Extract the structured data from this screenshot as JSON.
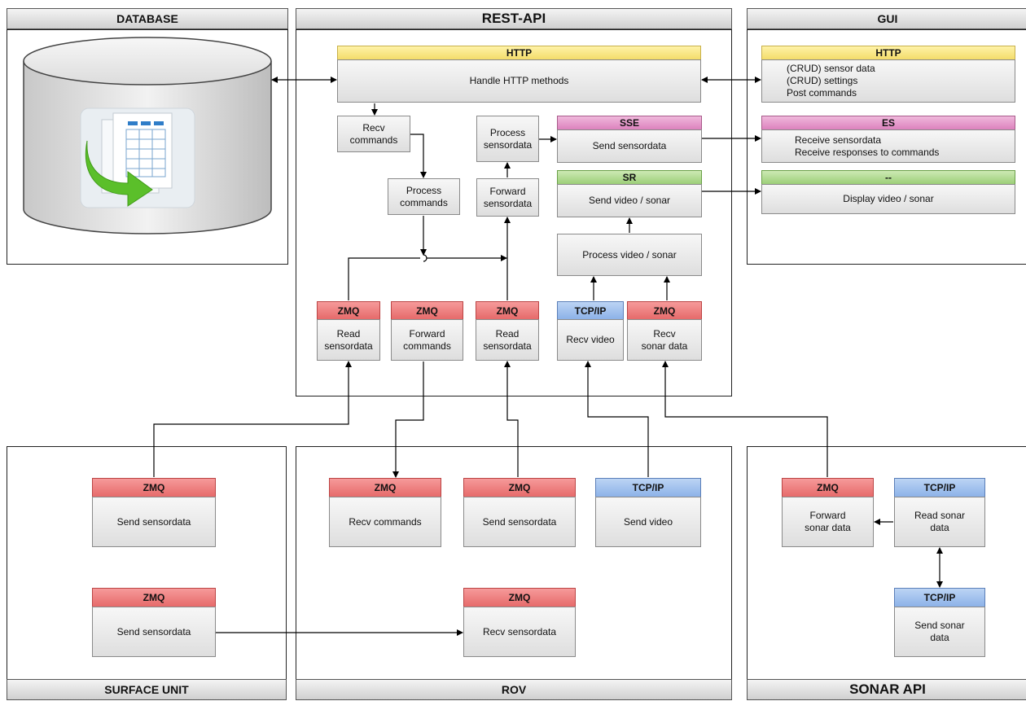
{
  "panels": {
    "database": "DATABASE",
    "rest_api": "REST-API",
    "gui": "GUI",
    "surface_unit": "SURFACE UNIT",
    "rov": "ROV",
    "sonar_api": "SONAR API"
  },
  "rest": {
    "http_header": "HTTP",
    "http_body": "Handle HTTP methods",
    "recv_commands": "Recv\ncommands",
    "process_commands": "Process\ncommands",
    "process_sensordata": "Process\nsensordata",
    "forward_sensordata": "Forward\nsensordata",
    "sse_header": "SSE",
    "sse_body": "Send sensordata",
    "sr_header": "SR",
    "sr_body": "Send video / sonar",
    "process_video": "Process video / sonar",
    "b1_header": "ZMQ",
    "b1_body": "Read\nsensordata",
    "b2_header": "ZMQ",
    "b2_body": "Forward\ncommands",
    "b3_header": "ZMQ",
    "b3_body": "Read\nsensordata",
    "b4_header": "TCP/IP",
    "b4_body": "Recv video",
    "b5_header": "ZMQ",
    "b5_body": "Recv\nsonar data"
  },
  "gui": {
    "http_header": "HTTP",
    "http_body": "(CRUD) sensor data\n(CRUD) settings\nPost commands",
    "es_header": "ES",
    "es_body": "Receive sensordata\nReceive responses to commands",
    "vid_header": "--",
    "vid_body": "Display video / sonar"
  },
  "surface": {
    "s1_header": "ZMQ",
    "s1_body": "Send sensordata",
    "s2_header": "ZMQ",
    "s2_body": "Send sensordata"
  },
  "rov": {
    "r1_header": "ZMQ",
    "r1_body": "Recv commands",
    "r2_header": "ZMQ",
    "r2_body": "Send sensordata",
    "r3_header": "TCP/IP",
    "r3_body": "Send video",
    "r4_header": "ZMQ",
    "r4_body": "Recv sensordata"
  },
  "sonar": {
    "n1_header": "ZMQ",
    "n1_body": "Forward\nsonar data",
    "n2_header": "TCP/IP",
    "n2_body": "Read sonar\ndata",
    "n3_header": "TCP/IP",
    "n3_body": "Send sonar\ndata"
  },
  "colors": {
    "zmq": "#e66a6a",
    "tcp": "#8cb2e8",
    "http": "#f3dc6a",
    "sse": "#dc82bd",
    "sr": "#9ccf78"
  },
  "icons": {
    "database": "database-cylinder-icon",
    "spreadsheet": "spreadsheet-export-icon"
  }
}
